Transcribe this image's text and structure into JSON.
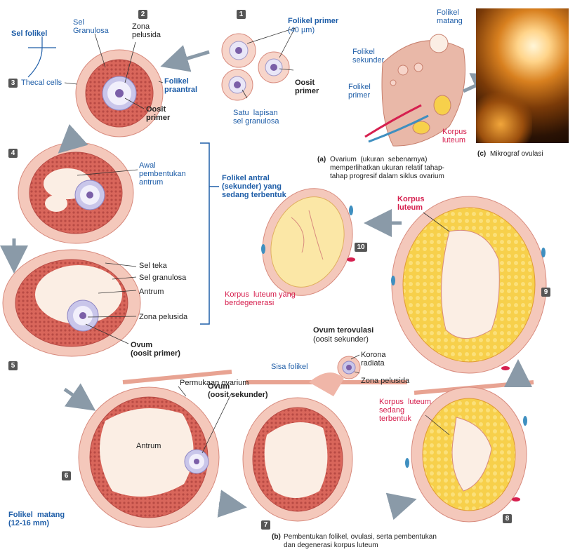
{
  "colors": {
    "label_blue": "#1f5ea8",
    "label_red": "#d6204f",
    "theca": "#f4c8bb",
    "granulosa": "#d9665b",
    "antrum": "#fbeee4",
    "zona": "#c9c6ea",
    "corpus_yellow": "#f7d04b",
    "arrow": "#8a9aa8"
  },
  "stage_numbers": [
    "1",
    "2",
    "3",
    "4",
    "5",
    "6",
    "7",
    "8",
    "9",
    "10"
  ],
  "labels": {
    "sel_folikel": "Sel folikel",
    "sel_granulosa_top": "Sel\nGranulosa",
    "zona_pelusida_top": "Zona\npelusida",
    "folikel_primer": "Folikel primer",
    "folikel_primer_size": "(40 µm)",
    "thecal_cells": "Thecal cells",
    "folikel_praantral": "Folikel\npraantral",
    "oosit_primer_2": "Oosit\nprimer",
    "oosit_primer_1": "Oosit\nprimer",
    "satu_lapisan": "Satu  lapisan\nsel granulosa",
    "awal_antrum": "Awal\npembentukan\nantrum",
    "folikel_antral": "Folikel antral\n(sekunder) yang\nsedang terbentuk",
    "sel_teka": "Sel teka",
    "sel_granulosa": "Sel granulosa",
    "antrum_5": "Antrum",
    "zona_pelusida_5": "Zona pelusida",
    "ovum_primer": "Ovum\n(oosit primer)",
    "permukaan_ovarium": "Permukaan ovarium",
    "ovum_sekunder": "Ovum\n(oosit sekunder)",
    "antrum_6": "Antrum",
    "folikel_matang_6": "Folikel  matang\n(12-16 mm)",
    "sisa_folikel": "Sisa folikel",
    "ovum_terovulasi": "Ovum  terovulasi",
    "oosit_sekunder": "(oosit sekunder)",
    "korona_radiata": "Korona\nradiata",
    "zona_pelusida_ov": "Zona pelusida",
    "korpus_luteum_sedang": "Korpus  luteum\nsedang\nterbentuk",
    "korpus_luteum_9": "Korpus\nluteum",
    "korpus_luteum_degen": "Korpus  luteum yang\nberdegenerasi",
    "folikel_matang_ov": "Folikel\nmatang",
    "folikel_sekunder_ov": "Folikel\nsekunder",
    "folikel_primer_ov": "Folikel\nprimer",
    "korpus_luteum_ov": "Korpus\nluteum"
  },
  "captions": {
    "a_letter": "(a)",
    "a_text": "Ovarium  (ukuran  sebenarnya)\nmemperlihatkan ukuran relatif tahap-\ntahap progresif dalam siklus ovarium",
    "b_letter": "(b)",
    "b_text": "Pembentukan folikel, ovulasi, serta pembentukan\ndan degenerasi korpus luteum",
    "c_letter": "(c)",
    "c_text": "Mikrograf ovulasi"
  }
}
